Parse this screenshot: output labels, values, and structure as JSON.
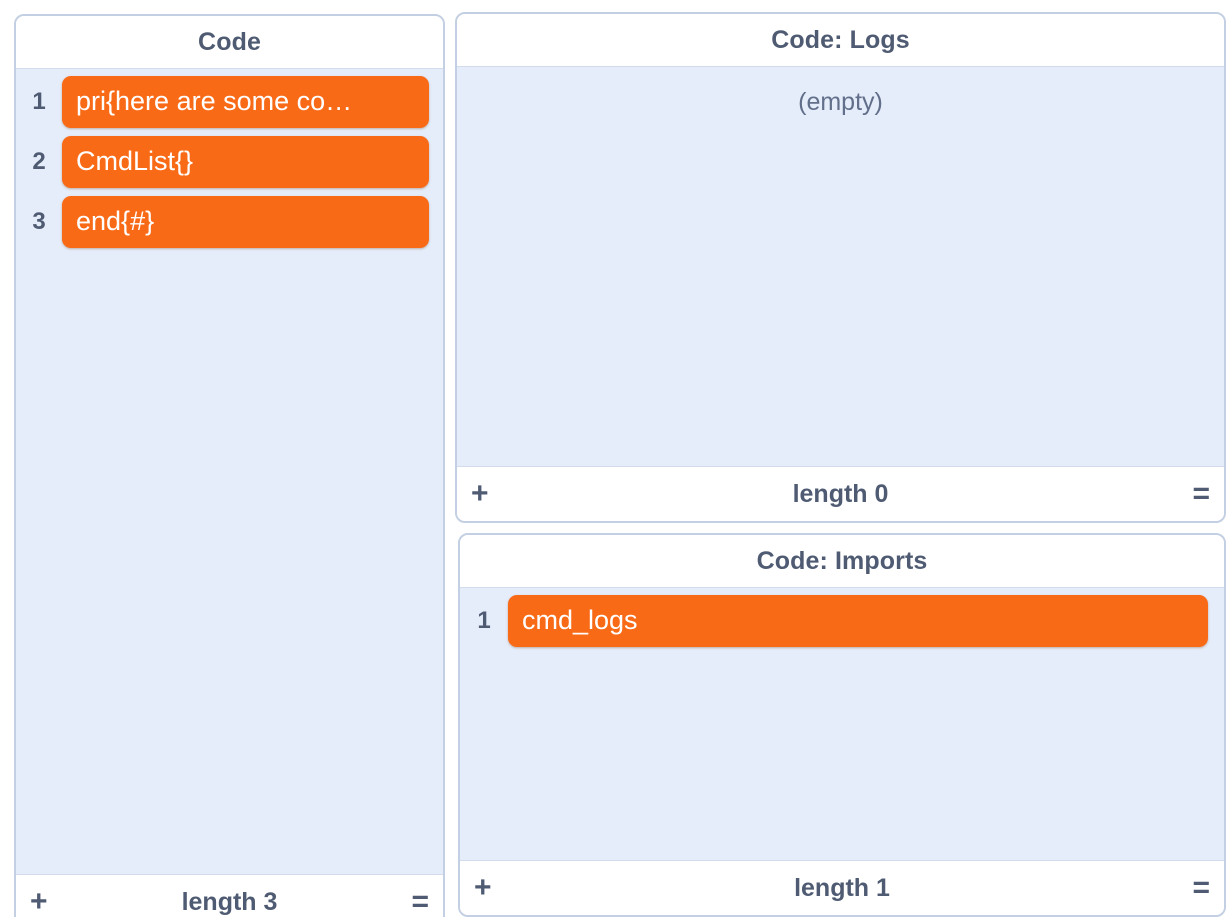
{
  "panels": {
    "code": {
      "title": "Code",
      "lines": [
        {
          "number": "1",
          "text": "pri{here are some co…"
        },
        {
          "number": "2",
          "text": "CmdList{}"
        },
        {
          "number": "3",
          "text": "end{#}"
        }
      ],
      "footer": {
        "add_label": "+",
        "length_label": "length 3",
        "equals_label": "="
      }
    },
    "logs": {
      "title": "Code: Logs",
      "empty_text": "(empty)",
      "lines": [],
      "footer": {
        "add_label": "+",
        "length_label": "length 0",
        "equals_label": "="
      }
    },
    "imports": {
      "title": "Code: Imports",
      "lines": [
        {
          "number": "1",
          "text": "cmd_logs"
        }
      ],
      "footer": {
        "add_label": "+",
        "length_label": "length 1",
        "equals_label": "="
      }
    }
  },
  "colors": {
    "block": "#f96a17",
    "panel_body": "#e5edfa",
    "panel_border": "#c3cfe2",
    "text_dark": "#4f5b72",
    "empty_text": "#626f8a"
  }
}
